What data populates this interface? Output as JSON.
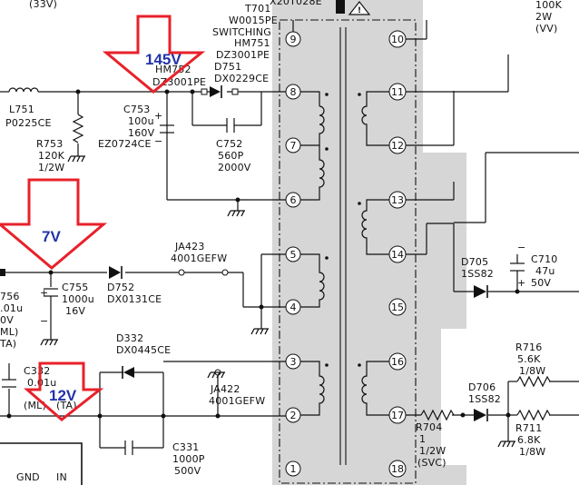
{
  "voltage_callouts": {
    "v145": "145V",
    "v7": "7V",
    "v12": "12V"
  },
  "transformer": {
    "ref": "T701",
    "part": "W0015PE",
    "desc": "SWITCHING",
    "partial_top": "X20T028E",
    "warning_symbol": "!",
    "pins_left": [
      "9",
      "8",
      "7",
      "6",
      "5",
      "4",
      "3",
      "2",
      "1"
    ],
    "pins_right": [
      "10",
      "11",
      "12",
      "13",
      "14",
      "15",
      "16",
      "17",
      "18"
    ]
  },
  "components": {
    "top_left_partial": "(33V)",
    "top_right_partial": "100K",
    "top_right_partial_2": "2W",
    "top_right_partial_3": "(VV)",
    "hm751": "HM751",
    "dz3001pe": "DZ3001PE",
    "hm752": "HM752",
    "dz3001pe_b": "DZ3001PE",
    "d751": "D751",
    "dx0229ce": "DX0229CE",
    "l751": "L751",
    "l751_part": "P0225CE",
    "c753": "C753",
    "c753_val": "100u",
    "c753_v": "160V",
    "c753_part": "EZ0724CE",
    "r753": "R753",
    "r753_val": "120K",
    "r753_w": "1/2W",
    "c752": "C752",
    "c752_val": "560P",
    "c752_v": "2000V",
    "ja423": "JA423",
    "ja423_part": "4001GEFW",
    "c755": "C755",
    "c755_val": "1000u",
    "c755_v": "16V",
    "d752": "D752",
    "d752_part": "DX0131CE",
    "c756_a": "756",
    "c756_b": ".01u",
    "c756_c": "0V",
    "c756_d": "ML)",
    "c756_e": "TA)",
    "d332": "D332",
    "d332_part": "DX0445CE",
    "c332_a": "C332",
    "c332_b": "0.01u",
    "c332_c": "(ML)",
    "c332_d": "(TA)",
    "ja422": "JA422",
    "ja422_part": "4001GEFW",
    "c331": "C331",
    "c331_val": "1000P",
    "c331_v": "500V",
    "gnd": "GND",
    "in": "IN",
    "d705": "D705",
    "d705_part": "1SS82",
    "c710": "C710",
    "c710_val": "47u",
    "c710_v": "50V",
    "r716": "R716",
    "r716_val": "5.6K",
    "r716_w": "1/8W",
    "d706": "D706",
    "d706_part": "1SS82",
    "r711": "R711",
    "r711_val": "6.8K",
    "r711_w": "1/8W",
    "r704": "R704",
    "r704_a": "1",
    "r704_w": "1/2W",
    "r704_svc": "(SVC)"
  },
  "colors": {
    "arrow": "#e8212a",
    "callout_text": "#2233aa",
    "shading": "#d6d6d6"
  }
}
